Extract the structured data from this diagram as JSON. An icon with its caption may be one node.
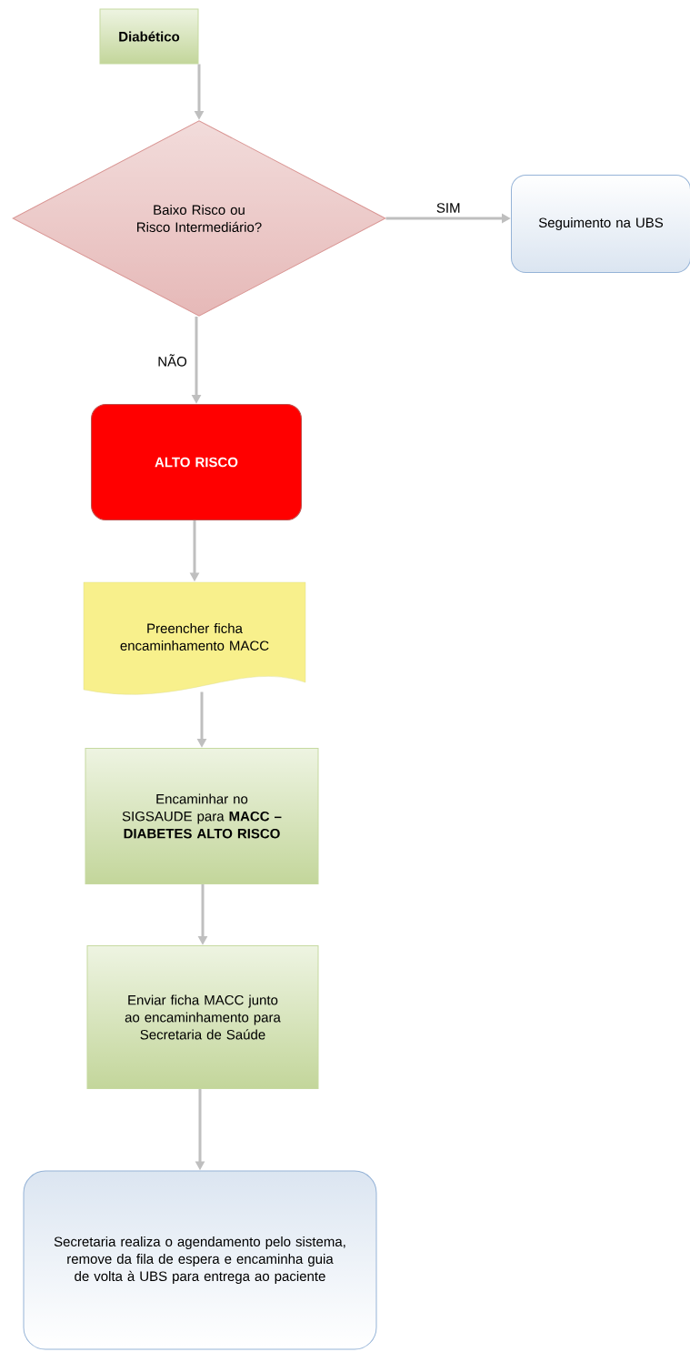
{
  "diagram": {
    "nodes": [
      {
        "text": [
          "Diabético"
        ]
      },
      {
        "text": [
          "Baixo Risco ou Risco Intermediário?"
        ]
      },
      {
        "text": [
          "Seguimento na UBS"
        ]
      },
      {
        "text": [
          "ALTO RISCO"
        ]
      },
      {
        "text": [
          "Preencher ficha encaminhamento MACC"
        ]
      },
      {
        "text": [
          "Encaminhar no SIGSAUDE para **MACC – DIABETES ALTO RISCO**"
        ]
      },
      {
        "text": [
          "Enviar ficha MACC junto ao encaminhamento para Secretaria de Saúde"
        ]
      },
      {
        "text": [
          "Secretaria realiza o agendamento pelo sistema, remove da fila de espera e encaminha guia de volta à UBS para entrega ao paciente"
        ]
      }
    ],
    "edges": [
      {
        "from": 0,
        "to": 1,
        "arrow": "to"
      },
      {
        "from": 1,
        "to": 2,
        "arrow": "to",
        "label": "SIM"
      },
      {
        "from": 1,
        "to": 3,
        "arrow": "to",
        "label": "NÃO"
      },
      {
        "from": 3,
        "to": 4,
        "arrow": "to"
      },
      {
        "from": 4,
        "to": 5,
        "arrow": "to"
      },
      {
        "from": 5,
        "to": 6,
        "arrow": "to"
      },
      {
        "from": 6,
        "to": 7,
        "arrow": "to"
      }
    ]
  }
}
